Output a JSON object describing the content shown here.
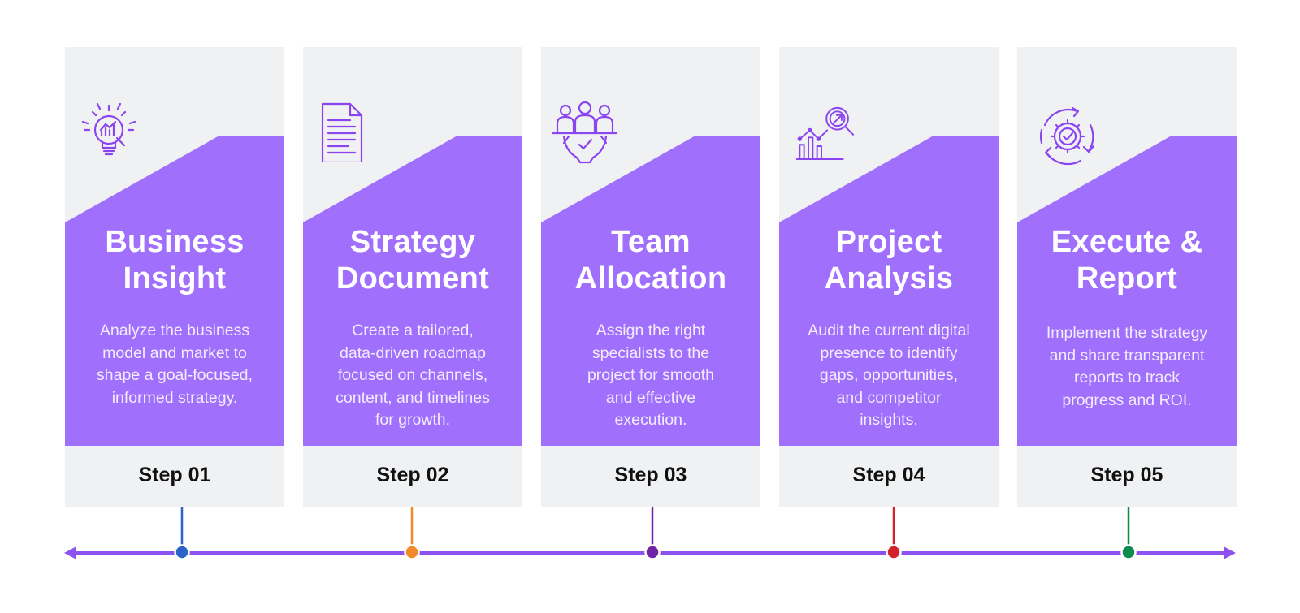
{
  "colors": {
    "card_bg": "#f0f1f3",
    "panel": "#a06ffc",
    "icon": "#8b45f0",
    "axis": "#8b52ef"
  },
  "steps": [
    {
      "title_line1": "Business",
      "title_line2": "Insight",
      "description": [
        "Analyze the business",
        "model and market to",
        "shape a goal-focused,",
        "informed strategy."
      ],
      "step_label": "Step 01",
      "icon": "lightbulb-chart-icon",
      "marker_color": "#2a64c7"
    },
    {
      "title_line1": "Strategy",
      "title_line2": "Document",
      "description": [
        "Create a tailored,",
        "data-driven roadmap",
        "focused on channels,",
        "content, and timelines",
        "for growth."
      ],
      "step_label": "Step 02",
      "icon": "document-icon",
      "marker_color": "#f08a2a"
    },
    {
      "title_line1": "Team",
      "title_line2": "Allocation",
      "description": [
        "Assign the right",
        "specialists to the",
        "project for smooth",
        "and effective",
        "execution."
      ],
      "step_label": "Step 03",
      "icon": "team-gear-icon",
      "marker_color": "#7025a7"
    },
    {
      "title_line1": "Project",
      "title_line2": "Analysis",
      "description": [
        "Audit the current digital",
        "presence to identify",
        "gaps, opportunities,",
        "and competitor",
        "insights."
      ],
      "step_label": "Step 04",
      "icon": "analysis-magnifier-icon",
      "marker_color": "#d3222a"
    },
    {
      "title_line1": "Execute &",
      "title_line2": "Report",
      "description": [
        "Implement the strategy",
        "and share transparent",
        "reports to track",
        "progress and ROI."
      ],
      "step_label": "Step 05",
      "icon": "cycle-gear-check-icon",
      "marker_color": "#0e8c4f"
    }
  ]
}
